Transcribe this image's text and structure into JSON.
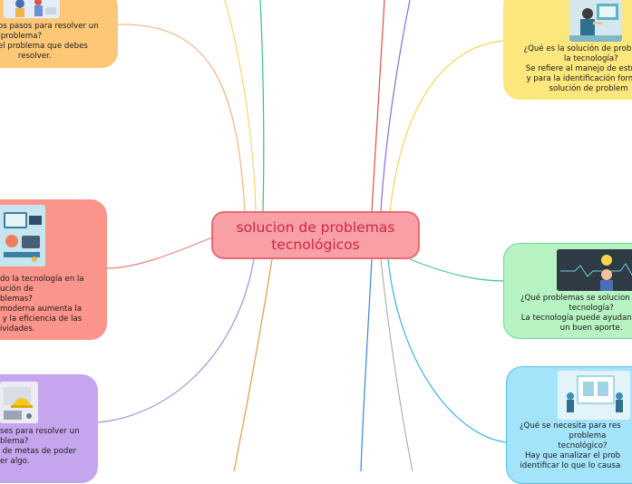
{
  "central": {
    "title": "solucion de problemas\ntecnológicos"
  },
  "nodes": {
    "top_left": {
      "text": "os pasos para resolver un\n problema?\nel problema que debes\n        resolver.",
      "color": "#fcc878",
      "icon": "people-illustration"
    },
    "top_right": {
      "text": "¿Qué es la solución de probl\n          la tecnología?\n Se refiere al manejo de estr\n  y para la identificación form\n        solución de problem",
      "color": "#fce77d",
      "icon": "technician-illustration"
    },
    "mid_left": {
      "text": "do la tecnología en la\nución de\nblemas?\nmoderna aumenta la\n y la eficiencia de las\nividades.",
      "color": "#fb948a",
      "icon": "workspace-illustration"
    },
    "mid_right": {
      "text": "¿Qué problemas se solucion\n             tecnología?\n La tecnología puede ayudan\n             un buen aporte.",
      "color": "#b6f2c2",
      "icon": "lightbulb-idea-illustration"
    },
    "bottom_left": {
      "text": "ses para resolver un\nblema?\n de metas de poder\ner algo.",
      "color": "#c5a6ee",
      "icon": "engineer-helmet-illustration"
    },
    "bottom_right": {
      "text": "¿Qué se necesita para res\n              problema\n          tecnológico?\n  Hay que analizar el prob\nidentificar lo que lo causa",
      "color": "#a3e4fa",
      "icon": "blueprint-illustration"
    }
  }
}
